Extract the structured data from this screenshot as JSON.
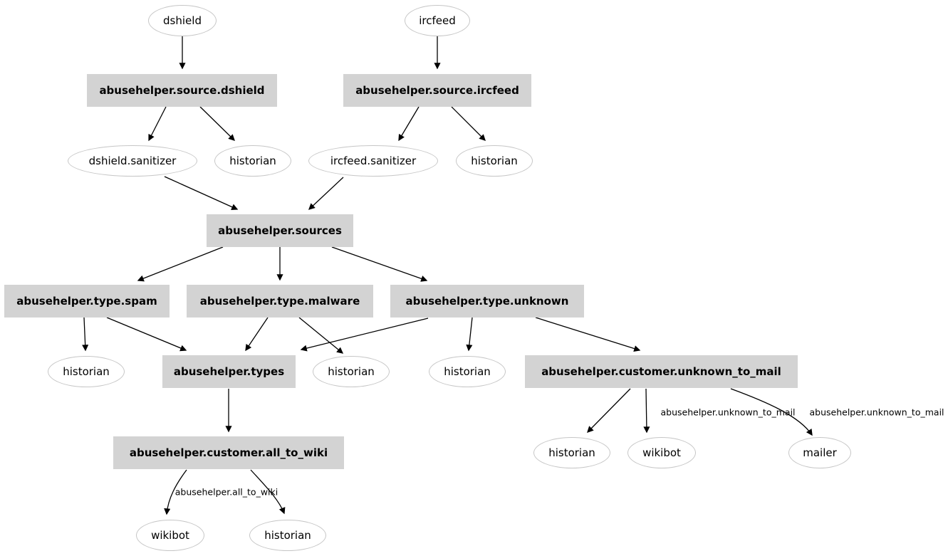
{
  "colors": {
    "background": "#ffffff",
    "box_fill": "#d3d3d3",
    "ellipse_stroke": "#c6c6c6",
    "edge": "#000000",
    "text": "#000000"
  },
  "nodes": [
    {
      "id": "dshield",
      "type": "ellipse",
      "label": "dshield"
    },
    {
      "id": "ircfeed",
      "type": "ellipse",
      "label": "ircfeed"
    },
    {
      "id": "source-dshield",
      "type": "box",
      "label": "abusehelper.source.dshield"
    },
    {
      "id": "source-ircfeed",
      "type": "box",
      "label": "abusehelper.source.ircfeed"
    },
    {
      "id": "dshield-sanitizer",
      "type": "ellipse",
      "label": "dshield.sanitizer"
    },
    {
      "id": "historian-1",
      "type": "ellipse",
      "label": "historian"
    },
    {
      "id": "ircfeed-sanitizer",
      "type": "ellipse",
      "label": "ircfeed.sanitizer"
    },
    {
      "id": "historian-2",
      "type": "ellipse",
      "label": "historian"
    },
    {
      "id": "sources",
      "type": "box",
      "label": "abusehelper.sources"
    },
    {
      "id": "type-spam",
      "type": "box",
      "label": "abusehelper.type.spam"
    },
    {
      "id": "type-malware",
      "type": "box",
      "label": "abusehelper.type.malware"
    },
    {
      "id": "type-unknown",
      "type": "box",
      "label": "abusehelper.type.unknown"
    },
    {
      "id": "historian-3",
      "type": "ellipse",
      "label": "historian"
    },
    {
      "id": "types",
      "type": "box",
      "label": "abusehelper.types"
    },
    {
      "id": "historian-4",
      "type": "ellipse",
      "label": "historian"
    },
    {
      "id": "historian-5",
      "type": "ellipse",
      "label": "historian"
    },
    {
      "id": "customer-unknown-to-mail",
      "type": "box",
      "label": "abusehelper.customer.unknown_to_mail"
    },
    {
      "id": "customer-all-to-wiki",
      "type": "box",
      "label": "abusehelper.customer.all_to_wiki"
    },
    {
      "id": "historian-6",
      "type": "ellipse",
      "label": "historian"
    },
    {
      "id": "wikibot-1",
      "type": "ellipse",
      "label": "wikibot"
    },
    {
      "id": "mailer",
      "type": "ellipse",
      "label": "mailer"
    },
    {
      "id": "wikibot-2",
      "type": "ellipse",
      "label": "wikibot"
    },
    {
      "id": "historian-7",
      "type": "ellipse",
      "label": "historian"
    }
  ],
  "edges": [
    {
      "from": "dshield",
      "to": "abusehelper.source.dshield",
      "label": ""
    },
    {
      "from": "ircfeed",
      "to": "abusehelper.source.ircfeed",
      "label": ""
    },
    {
      "from": "abusehelper.source.dshield",
      "to": "dshield.sanitizer",
      "label": ""
    },
    {
      "from": "abusehelper.source.dshield",
      "to": "historian",
      "label": ""
    },
    {
      "from": "abusehelper.source.ircfeed",
      "to": "ircfeed.sanitizer",
      "label": ""
    },
    {
      "from": "abusehelper.source.ircfeed",
      "to": "historian",
      "label": ""
    },
    {
      "from": "dshield.sanitizer",
      "to": "abusehelper.sources",
      "label": ""
    },
    {
      "from": "ircfeed.sanitizer",
      "to": "abusehelper.sources",
      "label": ""
    },
    {
      "from": "abusehelper.sources",
      "to": "abusehelper.type.spam",
      "label": ""
    },
    {
      "from": "abusehelper.sources",
      "to": "abusehelper.type.malware",
      "label": ""
    },
    {
      "from": "abusehelper.sources",
      "to": "abusehelper.type.unknown",
      "label": ""
    },
    {
      "from": "abusehelper.type.spam",
      "to": "historian",
      "label": ""
    },
    {
      "from": "abusehelper.type.spam",
      "to": "abusehelper.types",
      "label": ""
    },
    {
      "from": "abusehelper.type.malware",
      "to": "abusehelper.types",
      "label": ""
    },
    {
      "from": "abusehelper.type.malware",
      "to": "historian",
      "label": ""
    },
    {
      "from": "abusehelper.type.unknown",
      "to": "abusehelper.types",
      "label": ""
    },
    {
      "from": "abusehelper.type.unknown",
      "to": "historian",
      "label": ""
    },
    {
      "from": "abusehelper.type.unknown",
      "to": "abusehelper.customer.unknown_to_mail",
      "label": ""
    },
    {
      "from": "abusehelper.customer.unknown_to_mail",
      "to": "historian",
      "label": ""
    },
    {
      "from": "abusehelper.customer.unknown_to_mail",
      "to": "wikibot",
      "label": "abusehelper.unknown_to_mail"
    },
    {
      "from": "abusehelper.customer.unknown_to_mail",
      "to": "mailer",
      "label": "abusehelper.unknown_to_mail"
    },
    {
      "from": "abusehelper.types",
      "to": "abusehelper.customer.all_to_wiki",
      "label": ""
    },
    {
      "from": "abusehelper.customer.all_to_wiki",
      "to": "wikibot",
      "label": "abusehelper.all_to_wiki"
    },
    {
      "from": "abusehelper.customer.all_to_wiki",
      "to": "historian",
      "label": ""
    }
  ]
}
